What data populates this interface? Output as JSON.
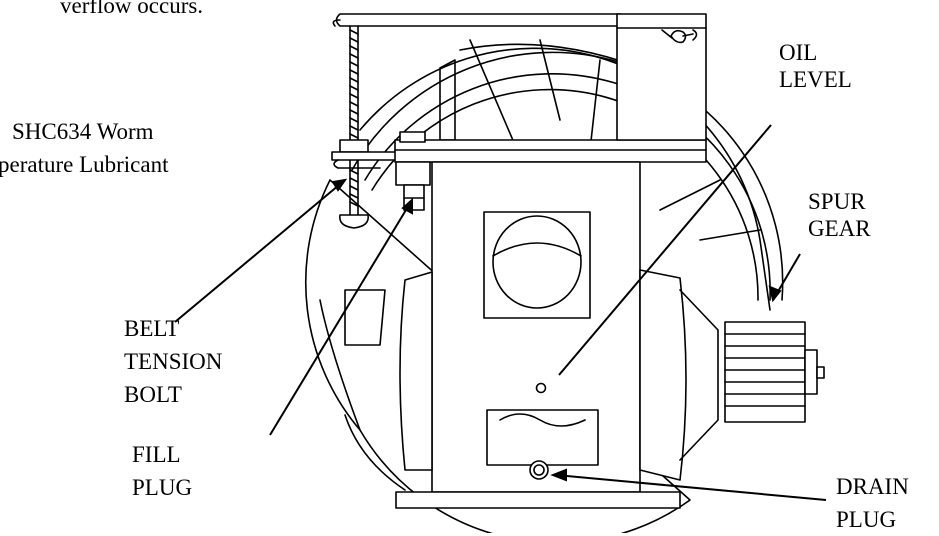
{
  "text_fragments": {
    "top_cut": "verflow occurs.",
    "lubricant_line1": "SHC634 Worm",
    "lubricant_line2": "perature Lubricant"
  },
  "callouts": {
    "oil_level": [
      "OIL",
      "LEVEL"
    ],
    "spur_gear": [
      "SPUR",
      "GEAR"
    ],
    "belt_tension_bolt": [
      "BELT",
      "TENSION",
      "BOLT"
    ],
    "fill_plug": [
      "FILL",
      "PLUG"
    ],
    "drain_plug": [
      "DRAIN",
      "PLUG"
    ]
  }
}
